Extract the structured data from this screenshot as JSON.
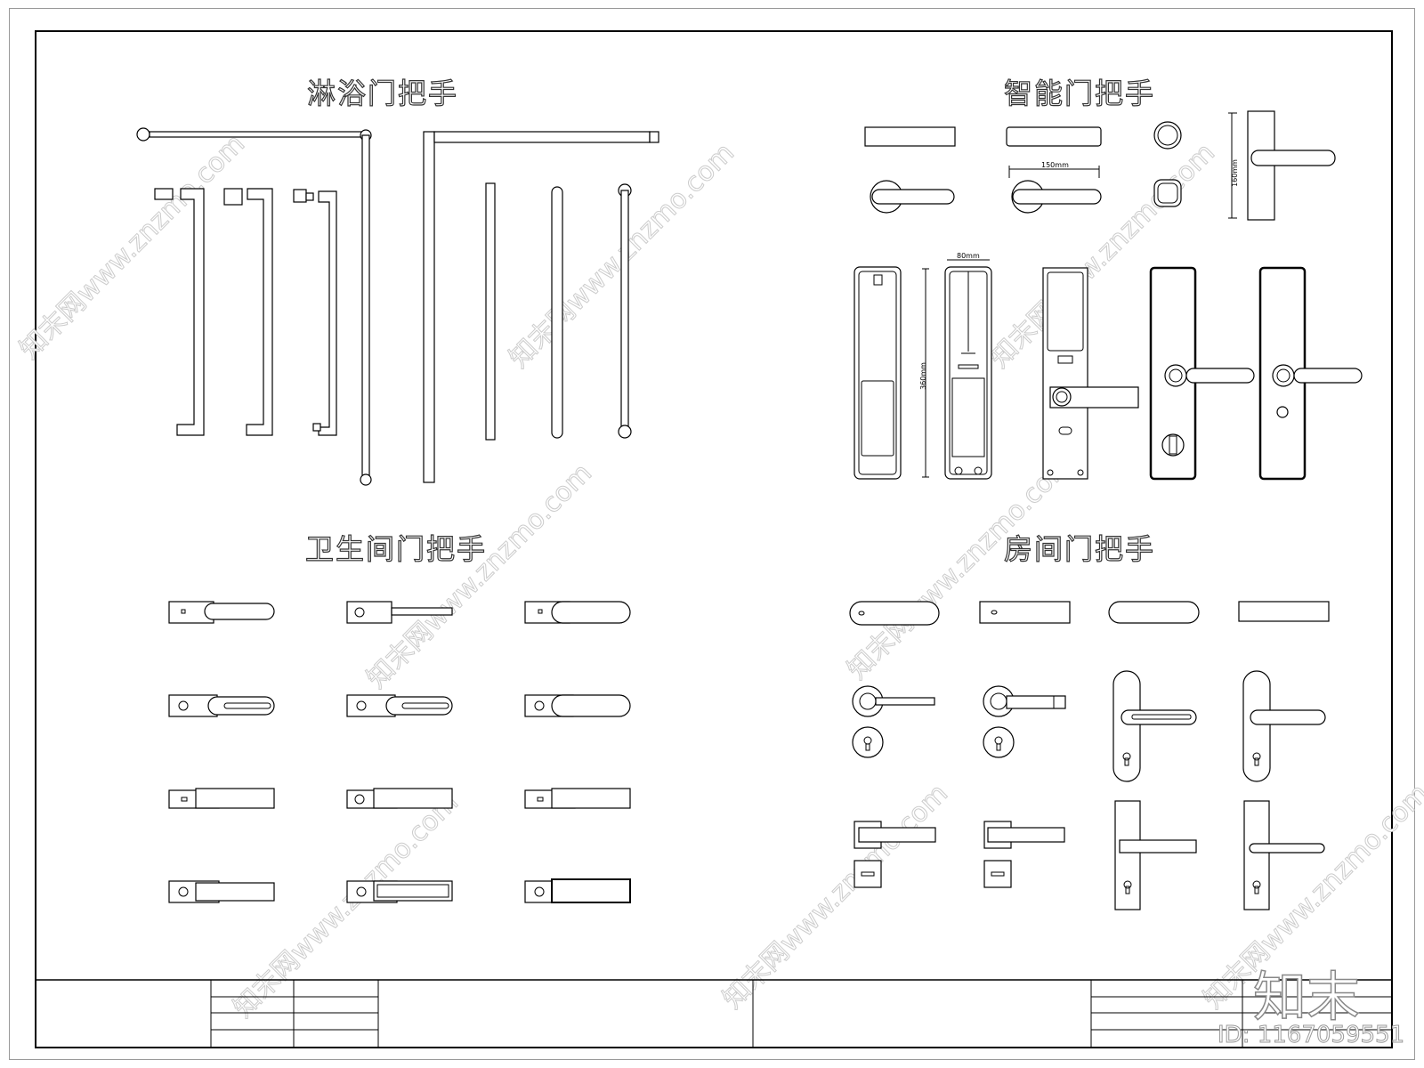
{
  "sections": {
    "shower": "淋浴门把手",
    "smart": "智能门把手",
    "bathroom": "卫生间门把手",
    "room": "房间门把手"
  },
  "dimensions": {
    "d150": "150mm",
    "d160": "160mm",
    "d80": "80mm",
    "d360": "360mm"
  },
  "watermark": {
    "logo": "知末",
    "id": "ID: 1167059551",
    "url": "知末网www.znzmo.com"
  }
}
